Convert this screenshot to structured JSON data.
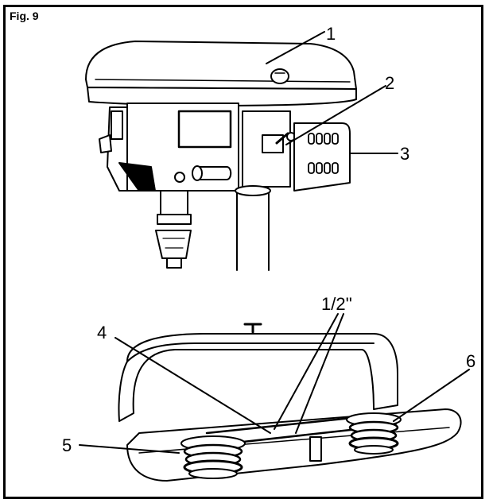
{
  "figure": {
    "title": "Fig. 9"
  },
  "callouts": {
    "c1": "1",
    "c2": "2",
    "c3": "3",
    "c4": "4",
    "c5": "5",
    "c6": "6",
    "half_inch": "1/2''"
  }
}
